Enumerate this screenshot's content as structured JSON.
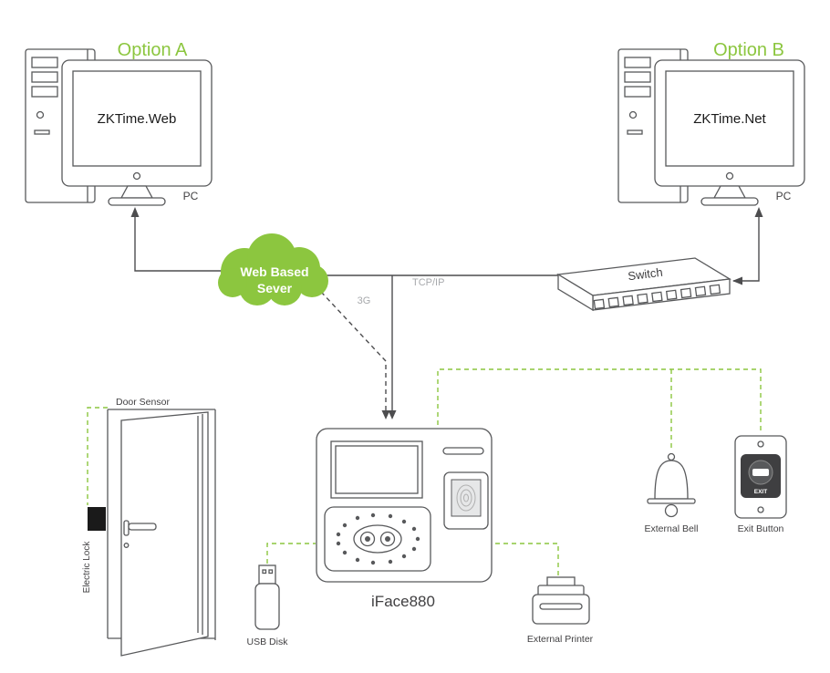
{
  "diagram": {
    "option_a": {
      "title": "Option A",
      "monitor_text": "ZKTime.Web",
      "pc_label": "PC"
    },
    "option_b": {
      "title": "Option B",
      "monitor_text": "ZKTime.Net",
      "pc_label": "PC"
    },
    "cloud": {
      "line1": "Web Based",
      "line2": "Sever"
    },
    "connections": {
      "tcp_ip": "TCP/IP",
      "mobile": "3G"
    },
    "switch": {
      "label": "Switch"
    },
    "door": {
      "sensor_label": "Door Sensor",
      "lock_label": "Electric Lock"
    },
    "terminal": {
      "label": "iFace880"
    },
    "usb": {
      "label": "USB Disk"
    },
    "printer": {
      "label": "External Printer"
    },
    "bell": {
      "label": "External Bell"
    },
    "exit": {
      "label": "Exit Button",
      "plate_text": "EXIT"
    },
    "colors": {
      "accent_green": "#8CC63F",
      "line": "#4D4D4F",
      "muted_label": "#A7A9AC"
    }
  }
}
